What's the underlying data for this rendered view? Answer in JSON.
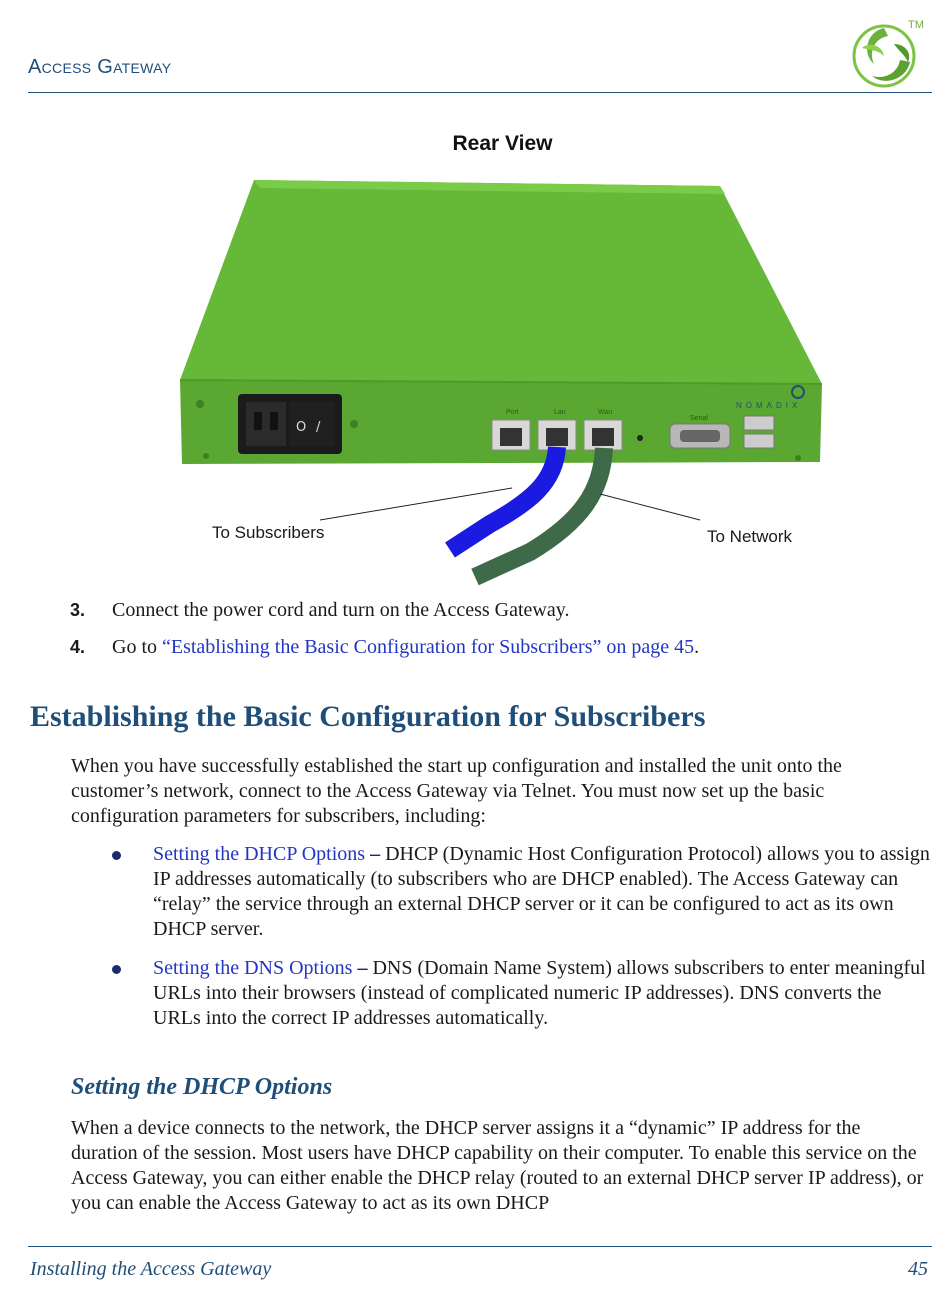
{
  "header": {
    "title": "Access Gateway",
    "logo_mark": "TM"
  },
  "figure": {
    "caption": "Rear View",
    "brand_text": "NOMADIX",
    "port_labels": [
      "Port",
      "Lan",
      "Wan"
    ],
    "serial_label": "Serial",
    "callouts": {
      "subscribers": "To Subscribers",
      "network": "To Network"
    },
    "cable_colors": {
      "subscribers": "#1a1ae0",
      "network": "#3f6a4a"
    },
    "chassis_color": "#6cbf3a"
  },
  "steps": [
    {
      "num": "3.",
      "text": "Connect the power cord and turn on the Access Gateway."
    },
    {
      "num": "4.",
      "prefix": "Go to ",
      "link": "“Establishing the Basic Configuration for Subscribers” on page 45",
      "suffix": "."
    }
  ],
  "section": {
    "title": "Establishing the Basic Configuration for Subscribers",
    "intro": "When you have successfully established the start up configuration and installed the unit onto the customer’s network, connect to the Access Gateway via Telnet. You must now set up the basic configuration parameters for subscribers, including:",
    "bullets": [
      {
        "link": "Setting the DHCP Options",
        "dash": " – ",
        "text": "DHCP (Dynamic Host Configuration Protocol) allows you to assign IP addresses automatically (to subscribers who are DHCP enabled). The Access Gateway can “relay” the service through an external DHCP server or it can be configured to act as its own DHCP server."
      },
      {
        "link": "Setting the DNS Options",
        "dash": " – ",
        "text": "DNS (Domain Name System) allows subscribers to enter meaningful URLs into their browsers (instead of complicated numeric IP addresses). DNS converts the URLs into the correct IP addresses automatically."
      }
    ]
  },
  "subsection": {
    "title": "Setting the DHCP Options",
    "body": "When a device connects to the network, the DHCP server assigns it a “dynamic” IP address for the duration of the session. Most users have DHCP capability on their computer. To enable this service on the Access Gateway, you can either enable the DHCP relay (routed to an external DHCP server IP address), or you can enable the Access Gateway to act as its own DHCP"
  },
  "footer": {
    "left": "Installing the Access Gateway",
    "page": "45"
  },
  "colors": {
    "heading": "#1f4e79",
    "link": "#2236c4"
  }
}
